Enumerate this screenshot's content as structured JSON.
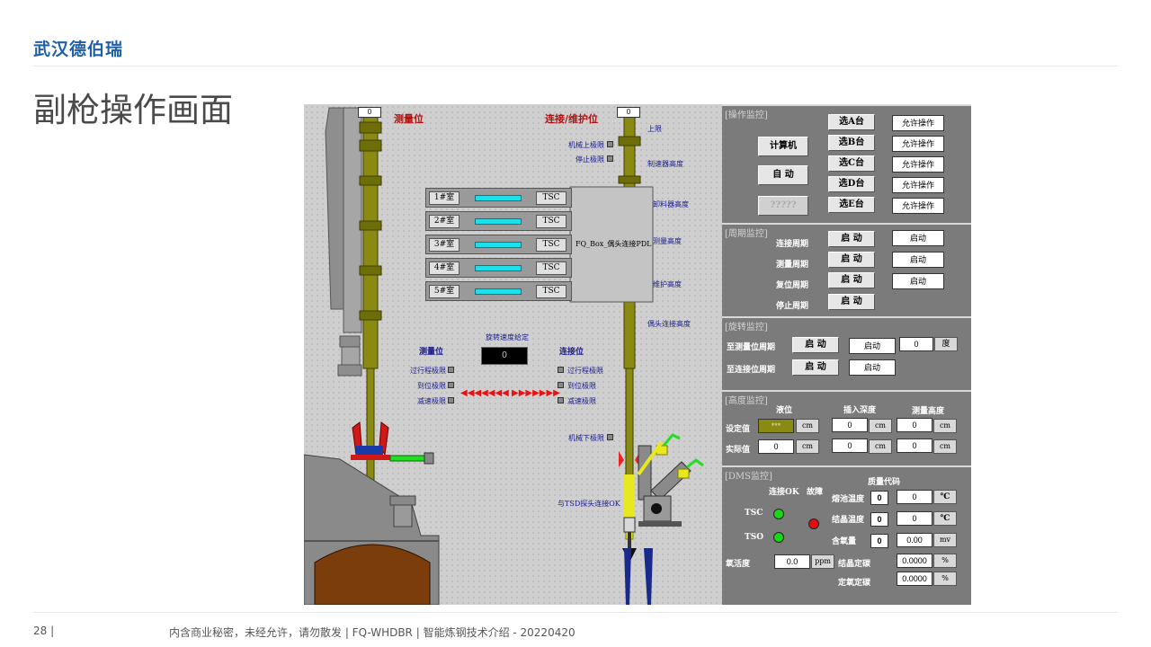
{
  "header": {
    "logo": "武汉德伯瑞",
    "title": "副枪操作画面"
  },
  "footer": {
    "page_number": "28 |",
    "text": "内含商业秘密，未经允许，请勿散发 | FQ-WHDBR | 智能炼钢技术介绍 - 20220420"
  },
  "hmi": {
    "left": {
      "left_counter": "0",
      "right_counter": "0",
      "measure_pos_title": "测量位",
      "connect_pos_title": "连接/维护位",
      "upper_limit": "上限",
      "mech_upper_limit": "机械上极限",
      "stop_limit": "停止极限",
      "brake_height": "制速器高度",
      "unload_height": "卸料器高度",
      "measure_height": "测量高度",
      "maintain_height": "维护高度",
      "probe_connect_height": "偶头连接高度",
      "mech_lower_limit": "机械下极限",
      "tsd_connect_ok": "与TSD探头连接OK",
      "box_label": "FQ_Box_偶头连接PDL",
      "rooms": [
        {
          "label": "1#室",
          "tsc": "TSC"
        },
        {
          "label": "2#室",
          "tsc": "TSC"
        },
        {
          "label": "3#室",
          "tsc": "TSC"
        },
        {
          "label": "4#室",
          "tsc": "TSC"
        },
        {
          "label": "5#室",
          "tsc": "TSC"
        }
      ],
      "rotate_speed_label": "旋转速度给定",
      "rotate_speed_value": "0",
      "measure_pos_sub": "测量位",
      "connect_pos_sub": "连接位",
      "left_limits": [
        "过行程极限",
        "到位极限",
        "减速极限"
      ],
      "right_limits": [
        "过行程极限",
        "到位极限",
        "减速极限"
      ]
    },
    "operation": {
      "title": "[操作监控]",
      "computer": "计算机",
      "auto": "自 动",
      "disabled_btn": "?????",
      "stations": [
        {
          "select": "选A台",
          "status": "允许操作"
        },
        {
          "select": "选B台",
          "status": "允许操作"
        },
        {
          "select": "选C台",
          "status": "允许操作"
        },
        {
          "select": "选D台",
          "status": "允许操作"
        },
        {
          "select": "选E台",
          "status": "允许操作"
        }
      ]
    },
    "cycle": {
      "title": "[周期监控]",
      "rows": [
        {
          "label": "连接周期",
          "btn": "启 动",
          "status": "启动"
        },
        {
          "label": "测量周期",
          "btn": "启 动",
          "status": "启动"
        },
        {
          "label": "复位周期",
          "btn": "启 动",
          "status": "启动"
        },
        {
          "label": "停止周期",
          "btn": "启 动",
          "status": ""
        }
      ]
    },
    "rotation": {
      "title": "[旋转监控]",
      "to_measure_label": "至测量位周期",
      "to_measure_btn": "启 动",
      "to_measure_status": "启动",
      "angle_value": "0",
      "angle_unit": "度",
      "to_connect_label": "至连接位周期",
      "to_connect_btn": "启 动",
      "to_connect_status": "启动"
    },
    "height": {
      "title": "[高度监控]",
      "col_level": "液位",
      "col_insert": "插入深度",
      "col_measure": "测量高度",
      "set_label": "设定值",
      "actual_label": "实际值",
      "set_level": "***",
      "set_insert": "0",
      "set_measure": "0",
      "act_level": "0",
      "act_insert": "0",
      "act_measure": "0",
      "unit": "cm"
    },
    "dms": {
      "title": "[DMS监控]",
      "connect_ok": "连接OK",
      "fault": "故障",
      "tsc": "TSC",
      "tso": "TSO",
      "quality_code": "质量代码",
      "melt_temp_label": "熔池温度",
      "melt_temp_code": "0",
      "melt_temp_value": "0",
      "crystal_temp_label": "结晶温度",
      "crystal_temp_code": "0",
      "crystal_temp_value": "0",
      "temp_unit": "℃",
      "oxygen_label": "含氧量",
      "oxygen_code": "0",
      "oxygen_value": "0.00",
      "oxygen_unit": "mv",
      "oxygen_activity_label": "氧活度",
      "oxygen_activity_value": "0.0",
      "oxygen_activity_unit": "ppm",
      "crystal_carbon_label": "结晶定碳",
      "crystal_carbon_value": "0.0000",
      "oxygen_carbon_label": "定氧定碳",
      "oxygen_carbon_value": "0.0000",
      "percent": "%",
      "led_green": "#18d818",
      "led_red": "#e01010"
    }
  }
}
